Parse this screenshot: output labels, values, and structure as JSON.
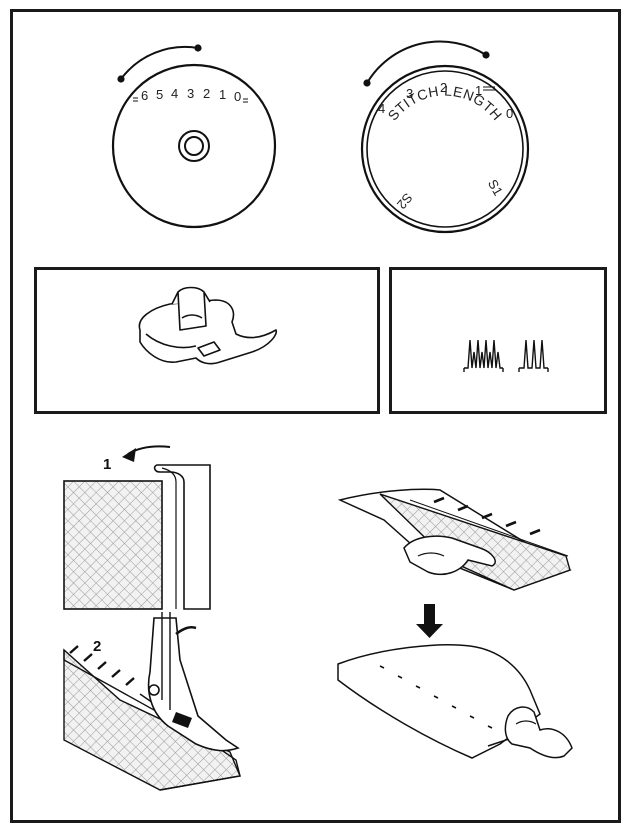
{
  "width_dial": {
    "numbers": [
      "6",
      "5",
      "4",
      "3",
      "2",
      "1",
      "0"
    ]
  },
  "length_dial": {
    "numbers": [
      "4",
      "3",
      "2",
      "1",
      "0"
    ],
    "label": "STITCH LENGTH",
    "s1": "S1",
    "s2": "S2"
  },
  "steps": {
    "step1": "1",
    "step2": "2"
  }
}
